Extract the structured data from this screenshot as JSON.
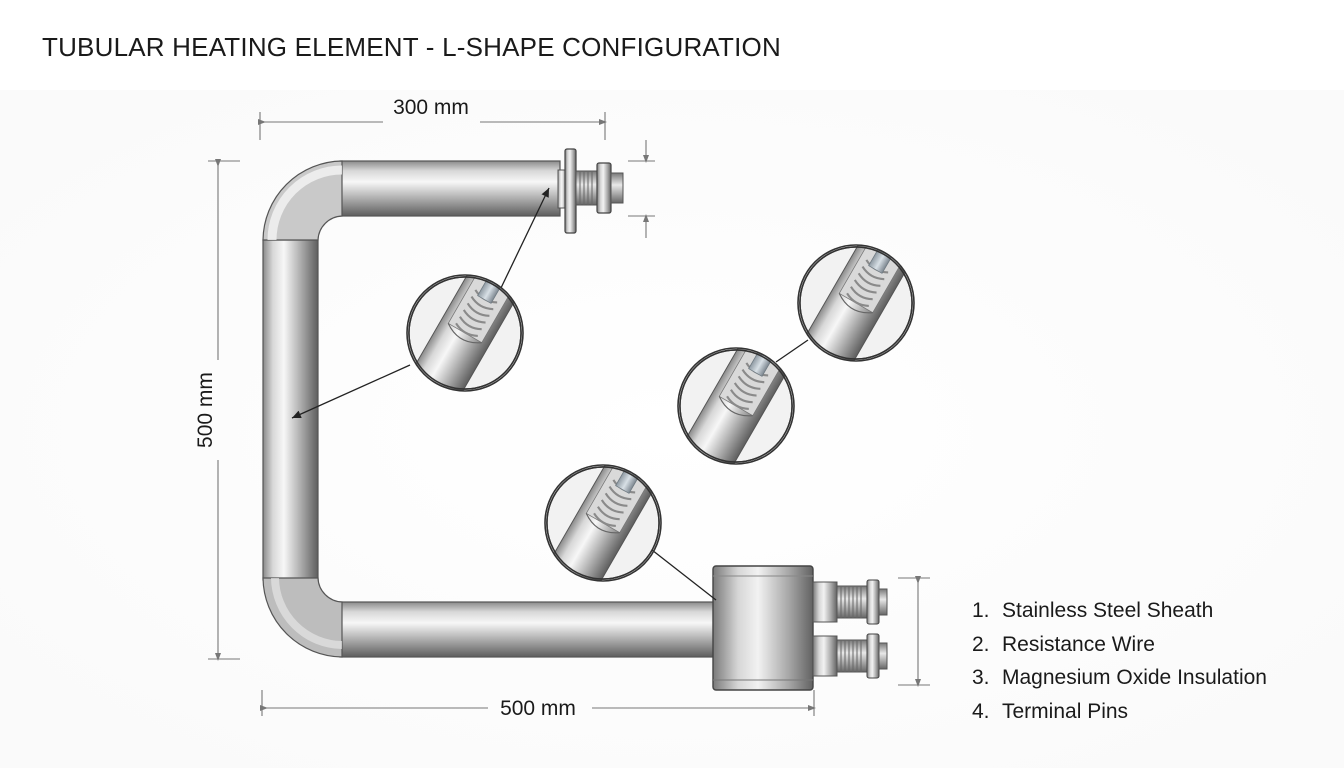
{
  "title": "TUBULAR HEATING ELEMENT - L-SHAPE CONFIGURATION",
  "dimensions": {
    "top_width": "300 mm",
    "left_height": "500 mm",
    "bottom_width": "500 mm"
  },
  "legend": [
    {
      "number": "1.",
      "label": "Stainless Steel Sheath"
    },
    {
      "number": "2.",
      "label": "Resistance Wire"
    },
    {
      "number": "3.",
      "label": "Magnesium Oxide Insulation"
    },
    {
      "number": "4.",
      "label": "Terminal Pins"
    }
  ],
  "colors": {
    "steel_light": "#f4f4f4",
    "steel_mid": "#b9b9b9",
    "steel_dark": "#6e6e6e",
    "line": "#555555"
  }
}
